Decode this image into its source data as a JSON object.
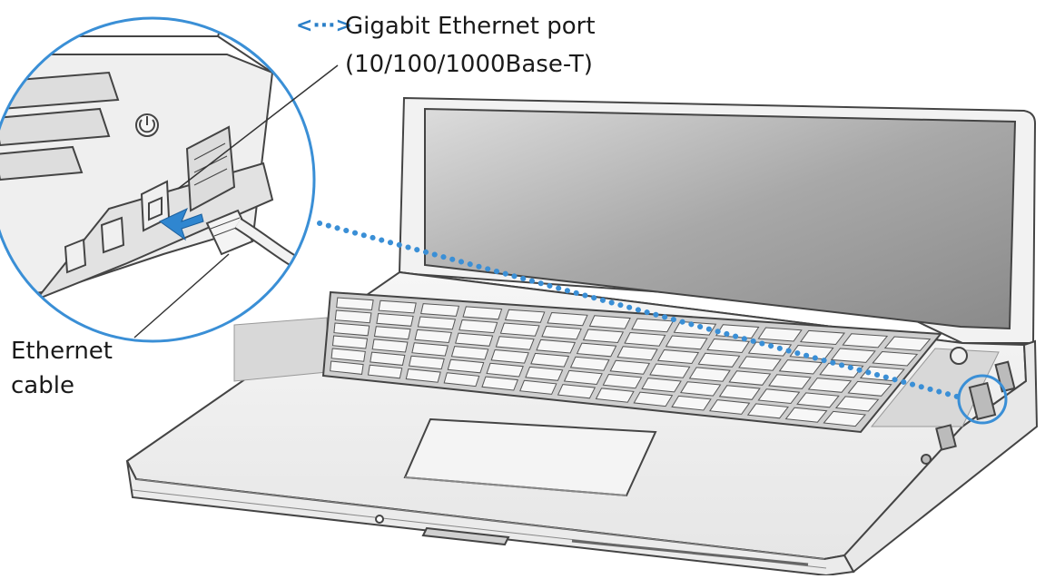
{
  "callouts": {
    "port_symbol": "<···>",
    "port_label": "Gigabit Ethernet port",
    "port_spec": "(10/100/1000Base-T)",
    "cable_line1": "Ethernet",
    "cable_line2": "cable"
  },
  "colors": {
    "accent": "#3a8fd6",
    "outline": "#444444"
  }
}
